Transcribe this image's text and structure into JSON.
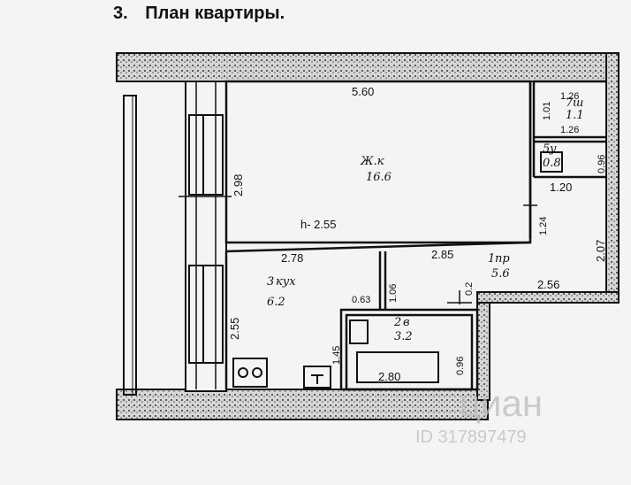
{
  "heading": {
    "number": "3.",
    "title": "План квартиры."
  },
  "rooms": {
    "living": {
      "name": "Ж.к",
      "area": "16.6"
    },
    "kitchen": {
      "name": "кух",
      "prefix": "3",
      "area": "6.2"
    },
    "hall": {
      "name": "пр",
      "prefix": "1",
      "area": "5.6"
    },
    "bathroom": {
      "name": "в",
      "prefix": "2",
      "area": "3.2"
    },
    "wc": {
      "name": "у",
      "prefix": "5",
      "area": "0.8"
    },
    "closet": {
      "name": "ш",
      "prefix": "7",
      "area": "1.1"
    }
  },
  "dimensions": {
    "living_width": "5.60",
    "living_height_label": "h- 2.55",
    "living_side": "2.98",
    "kitchen_width": "2.78",
    "kitchen_side": "2.55",
    "hall_width": "2.85",
    "hall_right": "2.56",
    "right_side": "2.07",
    "closet_top": "1.01",
    "closet_w": "1.26",
    "closet_depth": "1.26",
    "wc_side": "0.96",
    "wc_width": "1.20",
    "corridor": "1.24",
    "kitchen_wall": "1.06",
    "door_gap": "0.63",
    "small_gap": "0.2",
    "kitchen_bottom": "1.45",
    "bath_side": "0.96",
    "bath_width": "2.80"
  },
  "watermark": {
    "brand": "циан",
    "id": "ID 317897479"
  }
}
